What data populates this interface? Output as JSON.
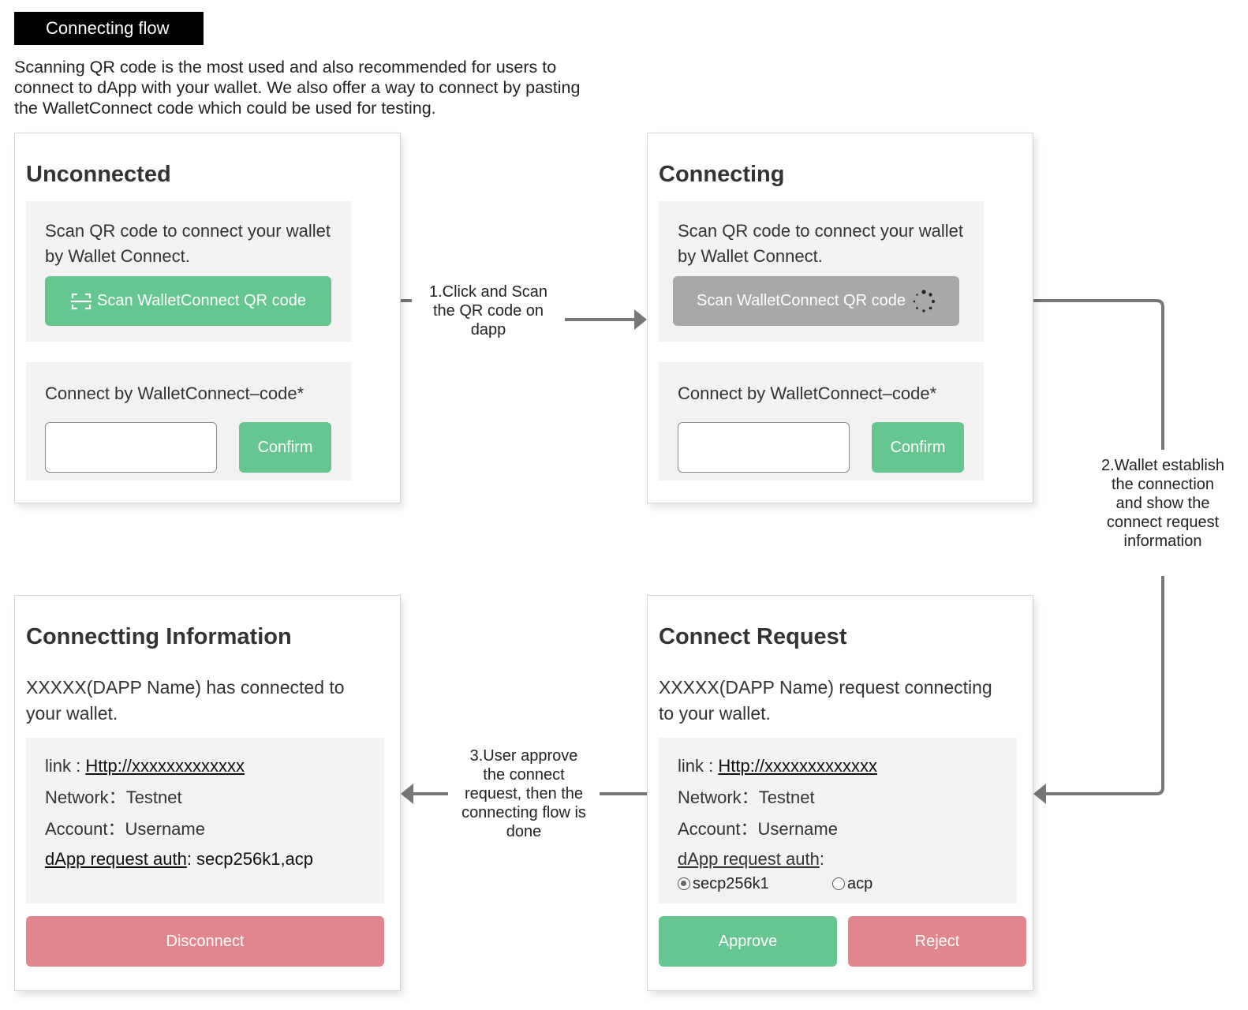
{
  "header": {
    "title": "Connecting flow",
    "intro": "Scanning QR code is the most used and also recommended for users to connect to dApp with your wallet. We also offer a way to connect by pasting the WalletConnect code which could be used for testing."
  },
  "unconnected": {
    "title": "Unconnected",
    "scan_text": "Scan QR code to connect your wallet by Wallet Connect.",
    "scan_button": "Scan WalletConnect QR code",
    "code_label": "Connect by WalletConnect–code*",
    "code_value": "",
    "confirm_button": "Confirm"
  },
  "connecting": {
    "title": "Connecting",
    "scan_text": "Scan QR code to connect your wallet by Wallet Connect.",
    "scan_button": "Scan WalletConnect QR code",
    "code_label": "Connect by WalletConnect–code*",
    "code_value": "",
    "confirm_button": "Confirm"
  },
  "connect_request": {
    "title": "Connect Request",
    "message": "XXXXX(DAPP Name) request connecting to your wallet.",
    "link_label": "link : ",
    "link_value": "Http://xxxxxxxxxxxxx",
    "network_label": "Network：",
    "network_value": "Testnet",
    "account_label": "Account：",
    "account_value": "Username",
    "auth_label": "dApp request auth",
    "auth_colon": ":",
    "options": [
      {
        "label": "secp256k1",
        "selected": true
      },
      {
        "label": "acp",
        "selected": false
      }
    ],
    "approve_button": "Approve",
    "reject_button": "Reject"
  },
  "connecting_info": {
    "title": "Connectting Information",
    "message": "XXXXX(DAPP Name) has connected to your wallet.",
    "link_label": "link : ",
    "link_value": "Http://xxxxxxxxxxxxx",
    "network_label": "Network：",
    "network_value": "Testnet",
    "account_label": "Account：",
    "account_value": "Username",
    "auth_label": "dApp request auth",
    "auth_value": ": secp256k1,acp",
    "disconnect_button": "Disconnect"
  },
  "steps": {
    "step1": "1.Click and Scan the QR code on dapp",
    "step2": "2.Wallet establish the connection and show the connect request information",
    "step3": "3.User approve the connect request, then the connecting flow is done"
  },
  "colors": {
    "green": "#66c68f",
    "gray_button": "#a8a8a8",
    "red": "#e0868c",
    "arrow": "#777777"
  }
}
